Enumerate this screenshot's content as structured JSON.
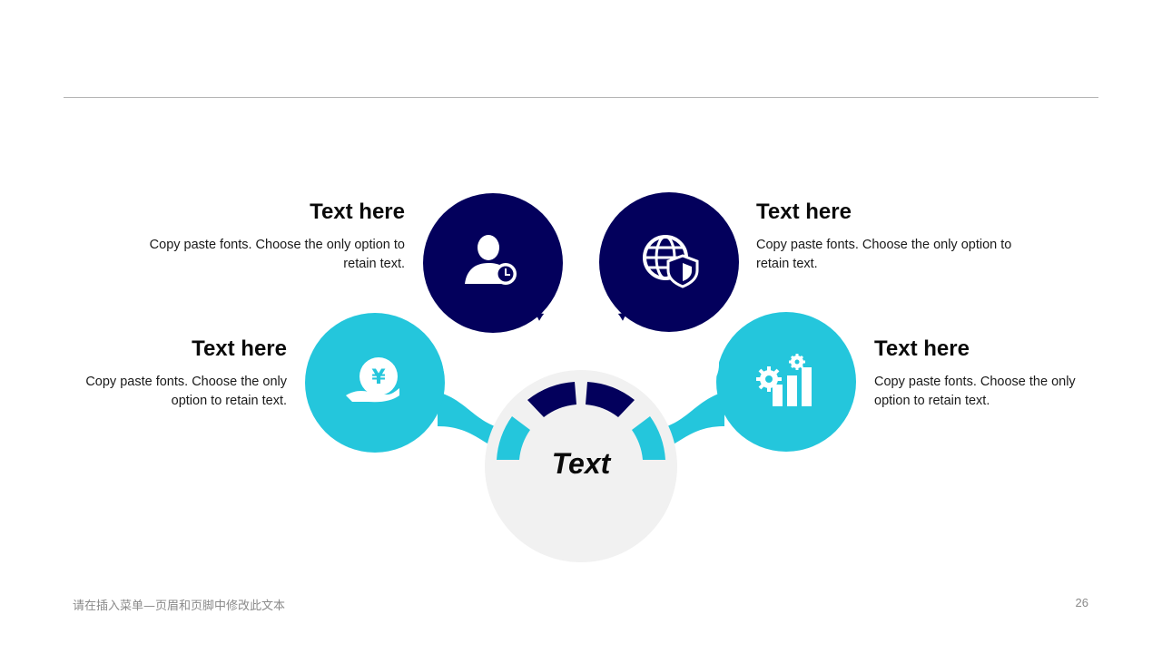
{
  "colors": {
    "navy": "#03005c",
    "cyan": "#24c6dc",
    "hub": "#f1f1f1"
  },
  "center": {
    "label": "Text"
  },
  "items": [
    {
      "title": "Text here",
      "body": "Copy paste fonts. Choose the only option to retain text.",
      "icon": "user-clock-icon",
      "color": "navy"
    },
    {
      "title": "Text here",
      "body": "Copy paste fonts. Choose the only option to retain text.",
      "icon": "globe-shield-icon",
      "color": "navy"
    },
    {
      "title": "Text here",
      "body": "Copy paste fonts. Choose the only option to retain text.",
      "icon": "hand-yen-coin-icon",
      "color": "cyan"
    },
    {
      "title": "Text here",
      "body": "Copy paste fonts. Choose the only option to retain text.",
      "icon": "gears-bar-chart-icon",
      "color": "cyan"
    }
  ],
  "footer": {
    "text": "请在插入菜单—页眉和页脚中修改此文本",
    "page_number": "26"
  }
}
